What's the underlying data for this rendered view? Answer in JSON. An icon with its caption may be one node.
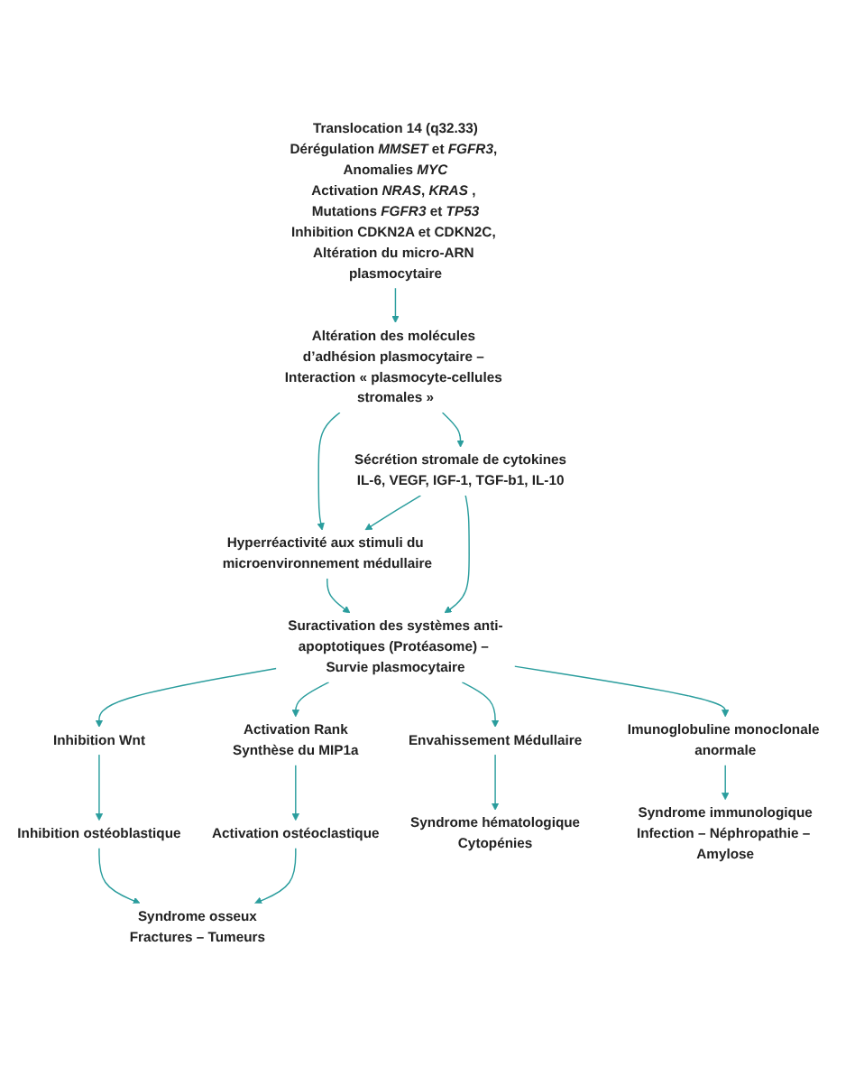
{
  "diagram": {
    "nodes": [
      {
        "text": [
          "Translocation 14 (q32.33)",
          "Dérégulation *MMSET* et *FGFR3*, Anomalies *MYC*",
          "Activation *NRAS*, *KRAS* , Mutations *FGFR3* et *TP53*",
          "Inhibition CDKN2A et CDKN2C, Altération du micro-ARN plasmocytaire"
        ]
      },
      {
        "text": [
          "Altération des molécules d’adhésion plasmocytaire – Interaction « plasmocyte-cellules stromales »"
        ]
      },
      {
        "text": [
          "Hyperréactivité aux stimuli du microenvironnement médullaire"
        ]
      },
      {
        "text": [
          "Sécrétion stromale de cytokines",
          "IL-6, VEGF, IGF-1, TGF-b1, IL-10"
        ]
      },
      {
        "text": [
          "Suractivation des systèmes anti-apoptotiques (Protéasome) – Survie plasmocytaire"
        ]
      },
      {
        "text": [
          "Envahissement Médullaire"
        ]
      },
      {
        "text": [
          "Imunoglobuline monoclonale anormale"
        ]
      },
      {
        "text": [
          "Inhibition Wnt"
        ]
      },
      {
        "text": [
          "Activation Rank",
          "Synthèse du MIP1a"
        ]
      },
      {
        "text": [
          "Inhibition ostéoblastique"
        ]
      },
      {
        "text": [
          "Activation ostéoclastique"
        ]
      },
      {
        "text": [
          "Syndrome hématologique",
          "Cytopénies"
        ]
      },
      {
        "text": [
          "Syndrome immunologique",
          "Infection – Néphropathie – Amylose"
        ]
      },
      {
        "text": [
          "Syndrome osseux",
          "Fractures – Tumeurs"
        ]
      }
    ],
    "edges": [
      {
        "from": 0,
        "to": 1,
        "arrow": "to"
      },
      {
        "from": 1,
        "to": 2,
        "arrow": "to"
      },
      {
        "from": 1,
        "to": 3,
        "arrow": "to"
      },
      {
        "from": 3,
        "to": 2,
        "arrow": "to"
      },
      {
        "from": 2,
        "to": 4,
        "arrow": "to"
      },
      {
        "from": 3,
        "to": 4,
        "arrow": "to"
      },
      {
        "from": 4,
        "to": 5,
        "arrow": "to"
      },
      {
        "from": 4,
        "to": 6,
        "arrow": "to"
      },
      {
        "from": 4,
        "to": 7,
        "arrow": "to"
      },
      {
        "from": 4,
        "to": 8,
        "arrow": "to"
      },
      {
        "from": 5,
        "to": 11,
        "arrow": "to"
      },
      {
        "from": 6,
        "to": 12,
        "arrow": "to"
      },
      {
        "from": 7,
        "to": 9,
        "arrow": "to"
      },
      {
        "from": 8,
        "to": 10,
        "arrow": "to"
      },
      {
        "from": 9,
        "to": 13,
        "arrow": "to"
      },
      {
        "from": 10,
        "to": 13,
        "arrow": "to"
      }
    ]
  }
}
